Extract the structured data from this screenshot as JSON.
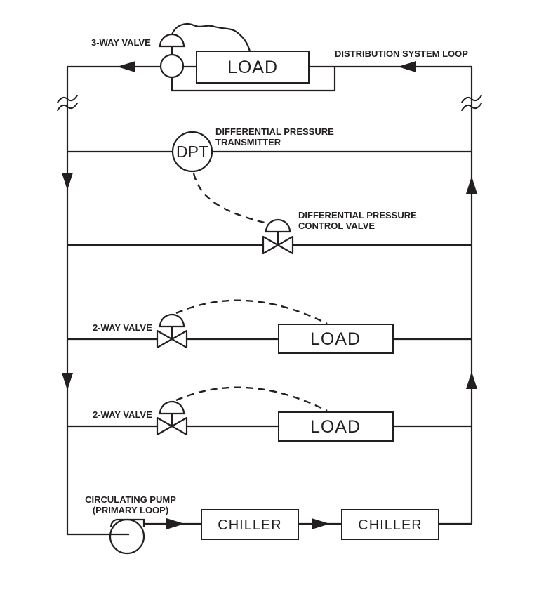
{
  "diagram": {
    "background_color": "#ffffff",
    "line_color": "#231f20",
    "top_loop": {
      "three_way_valve_label": "3-WAY VALVE",
      "load_label": "LOAD",
      "distribution_label": "DISTRIBUTION SYSTEM LOOP"
    },
    "dpt": {
      "tag": "DPT",
      "label_line1": "DIFFERENTIAL PRESSURE",
      "label_line2": "TRANSMITTER"
    },
    "control_valve": {
      "label_line1": "DIFFERENTIAL PRESSURE",
      "label_line2": "CONTROL VALVE"
    },
    "load_row_1": {
      "valve_label": "2-WAY VALVE",
      "load_label": "LOAD"
    },
    "load_row_2": {
      "valve_label": "2-WAY VALVE",
      "load_label": "LOAD"
    },
    "primary_loop": {
      "pump_label_line1": "CIRCULATING PUMP",
      "pump_label_line2": "(PRIMARY LOOP)",
      "chiller_1_label": "CHILLER",
      "chiller_2_label": "CHILLER"
    }
  }
}
